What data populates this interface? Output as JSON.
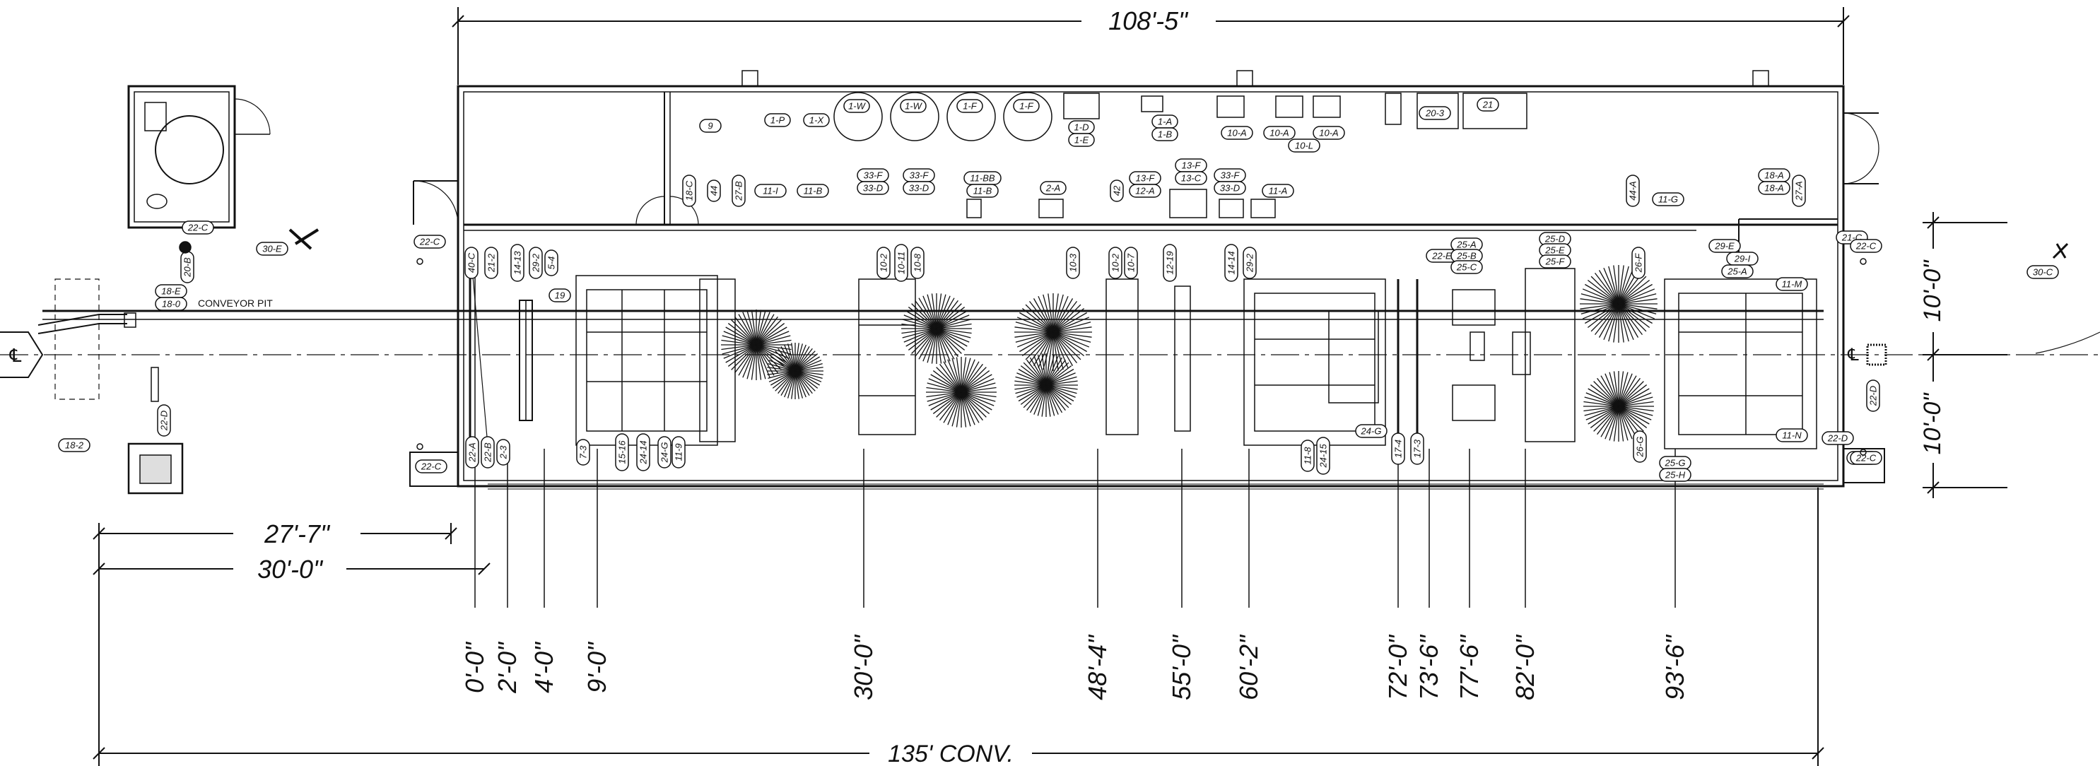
{
  "dimensions": {
    "overall_top": "108'-5\"",
    "overall_bottom": "135' CONV.",
    "left_1": "27'-7\"",
    "left_2": "30'-0\"",
    "right_1": "10'-0\"",
    "right_2": "10'-0\""
  },
  "station_marks": [
    "0'-0\"",
    "2'-0\"",
    "4'-0\"",
    "9'-0\"",
    "30'-0\"",
    "48'-4\"",
    "55'-0\"",
    "60'-2\"",
    "72'-0\"",
    "73'-6\"",
    "77'-6\"",
    "82'-0\"",
    "93'-6\""
  ],
  "labels": {
    "conveyor_pit": "CONVEYOR PIT",
    "centerline": "℄"
  },
  "equipment_tags": {
    "top_row": [
      "9",
      "1-P",
      "1-X",
      "1-W",
      "1-W",
      "1-F",
      "1-F",
      "1-D",
      "1-E",
      "1-A",
      "1-B",
      "10-A",
      "10-A",
      "10-A",
      "10-L",
      "20-3",
      "21"
    ],
    "room_lower_row": [
      "18-C",
      "44",
      "27-B",
      "11-I",
      "11-B",
      "33-F",
      "33-D",
      "33-F",
      "33-D",
      "11-BB",
      "11-B",
      "2-A",
      "42",
      "13-F",
      "12-A",
      "13-F",
      "13-C",
      "33-F",
      "33-D",
      "11-A",
      "44-A",
      "11-G",
      "18-A",
      "18-A",
      "27-A"
    ],
    "left_area": [
      "22-C",
      "20-B",
      "30-E",
      "22-C",
      "18-E",
      "18-0",
      "22-D",
      "18-2",
      "22-C"
    ],
    "tunnel_top": [
      "40-C",
      "21-2",
      "14-13",
      "29-2",
      "5-4",
      "19",
      "10-2",
      "10-11",
      "10-8",
      "10-3",
      "10-2",
      "10-7",
      "12-19",
      "14-14",
      "29-2",
      "22-E",
      "25-A",
      "25-B",
      "25-C",
      "25-D",
      "25-E",
      "25-F",
      "26-F",
      "29-E",
      "29-I",
      "25-A",
      "21-C",
      "11-M"
    ],
    "tunnel_bottom": [
      "22-A",
      "22-B",
      "2-3",
      "7-3",
      "15-16",
      "24-14",
      "24-G",
      "11-9",
      "11-8",
      "24-15",
      "24-G",
      "17-4",
      "17-3",
      "26-G",
      "25-G",
      "25-H",
      "11-N",
      "22-D",
      "22-C"
    ],
    "right_area": [
      "22-C",
      "22-D",
      "22-C",
      "30-C"
    ]
  }
}
